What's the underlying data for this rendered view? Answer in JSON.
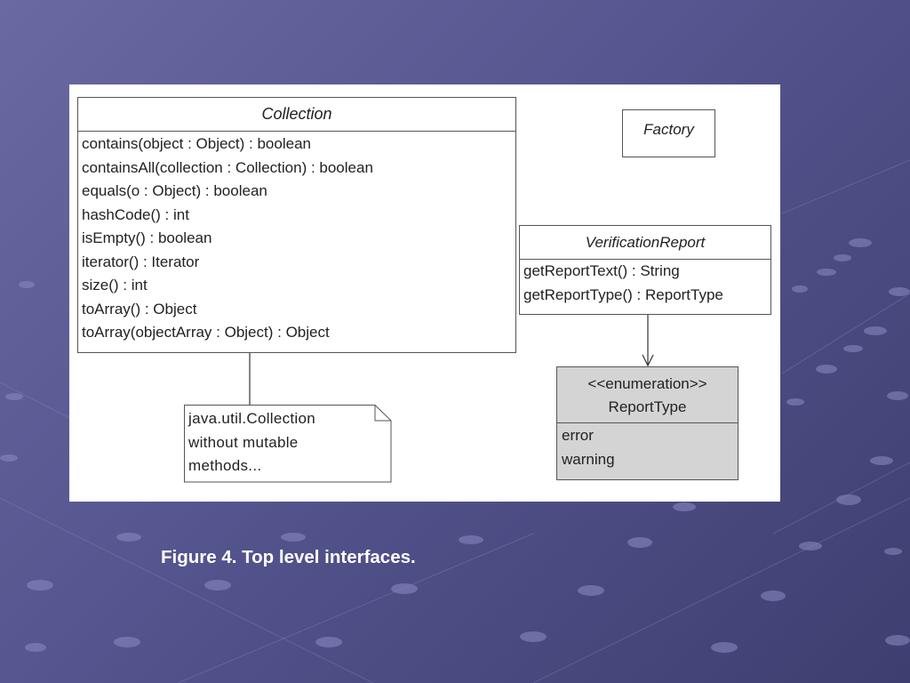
{
  "diagram": {
    "collection": {
      "name": "Collection",
      "operations": [
        "contains(object : Object) : boolean",
        "containsAll(collection : Collection) : boolean",
        "equals(o : Object) : boolean",
        "hashCode() : int",
        "isEmpty() : boolean",
        "iterator() : Iterator",
        "size() : int",
        "toArray() : Object",
        "toArray(objectArray : Object) : Object"
      ]
    },
    "factory": {
      "name": "Factory"
    },
    "verification_report": {
      "name": "VerificationReport",
      "operations": [
        "getReportText() : String",
        "getReportType() : ReportType"
      ]
    },
    "report_type": {
      "stereotype": "<<enumeration>>",
      "name": "ReportType",
      "literals": [
        "error",
        "warning"
      ]
    },
    "note": {
      "lines": [
        "java.util.Collection",
        "without mutable",
        "methods..."
      ]
    }
  },
  "caption": "Figure 4. Top level interfaces.",
  "colors": {
    "background": "#5a5a94",
    "enum_fill": "#d4d4d4",
    "caption": "#ffffff"
  }
}
